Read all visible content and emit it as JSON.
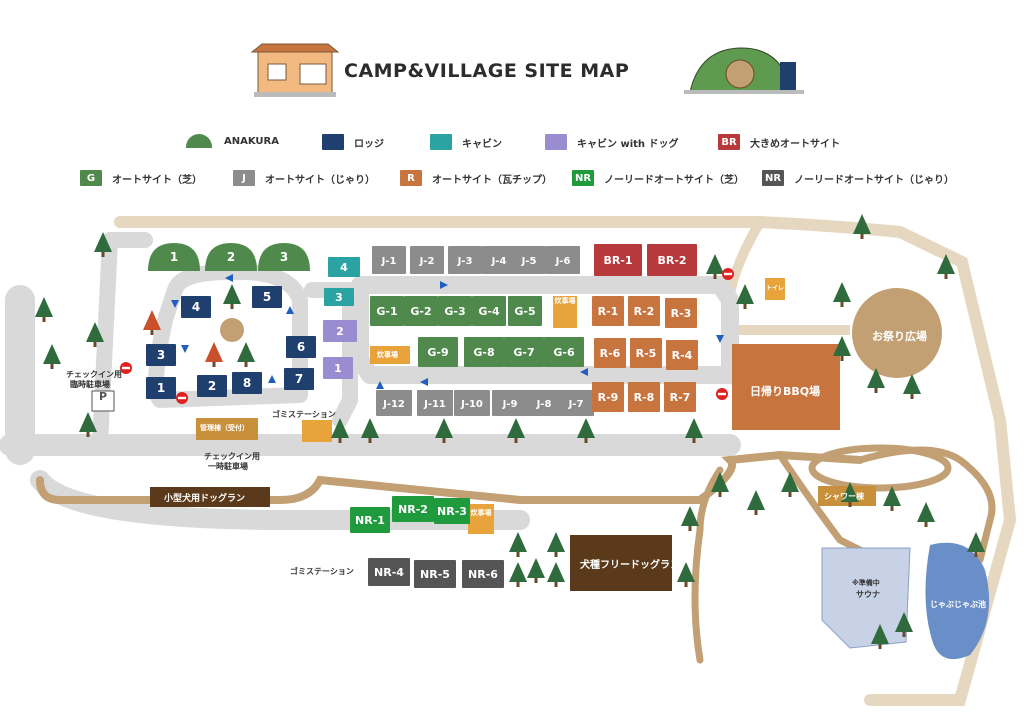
{
  "title": "CAMP&VILLAGE SITE MAP",
  "legend": [
    {
      "key": "",
      "label": "ANAKURA",
      "color": "#4f8a4c",
      "kind": "dome"
    },
    {
      "key": "",
      "label": "ロッジ",
      "color": "#1f3f6e"
    },
    {
      "key": "",
      "label": "キャビン",
      "color": "#2aa3a2"
    },
    {
      "key": "",
      "label": "キャビン with ドッグ",
      "color": "#9a8cd0"
    },
    {
      "key": "BR",
      "label": "大きめオートサイト",
      "color": "#b8393b"
    },
    {
      "key": "G",
      "label": "オートサイト（芝）",
      "color": "#4f8a4c"
    },
    {
      "key": "J",
      "label": "オートサイト（じゃり）",
      "color": "#8c8c8c"
    },
    {
      "key": "R",
      "label": "オートサイト（瓦チップ）",
      "color": "#c8743e"
    },
    {
      "key": "NR",
      "label": "ノーリードオートサイト（芝）",
      "color": "#1f9a3c"
    },
    {
      "key": "NR",
      "label": "ノーリードオートサイト（じゃり）",
      "color": "#555555"
    }
  ],
  "sites": {
    "anakura": [
      "1",
      "2",
      "3"
    ],
    "lodge": [
      "1",
      "2",
      "3",
      "4",
      "5",
      "6",
      "7",
      "8"
    ],
    "cabin": [
      "3",
      "4"
    ],
    "cabin_dog": [
      "1",
      "2"
    ],
    "br": [
      "BR-1",
      "BR-2"
    ],
    "j_top": [
      "J-1",
      "J-2",
      "J-3",
      "J-4",
      "J-5",
      "J-6"
    ],
    "j_bottom": [
      "J-12",
      "J-11",
      "J-10",
      "J-9",
      "J-8",
      "J-7"
    ],
    "g_top": [
      "G-1",
      "G-2",
      "G-3",
      "G-4",
      "G-5"
    ],
    "g_bottom": [
      "G-9",
      "G-8",
      "G-7",
      "G-6"
    ],
    "r": [
      "R-1",
      "R-2",
      "R-3",
      "R-6",
      "R-5",
      "R-4",
      "R-9",
      "R-8",
      "R-7"
    ],
    "nr_grass": [
      "NR-1",
      "NR-2",
      "NR-3"
    ],
    "nr_gravel": [
      "NR-4",
      "NR-5",
      "NR-6"
    ]
  },
  "labels": {
    "checkin_parking": [
      "チェックイン用",
      "臨時駐車場"
    ],
    "parking_p": "P",
    "office": "管理棟（受付）",
    "checkin_temp": [
      "チェックイン用",
      "一時駐車場"
    ],
    "garbage_top": "ゴミステーション",
    "garbage_bottom": "ゴミステーション",
    "kitchen": "炊事場",
    "toilet": "トイレ",
    "plaza": "お祭り広場",
    "bbq": "日帰りBBQ場",
    "small_dog_run": "小型犬用ドッグラン",
    "big_dog_run": "犬種フリードッグラン",
    "shower": "シャワー棟",
    "sauna_status": "※準備中",
    "sauna": "サウナ",
    "pool": "じゃぶじゃぶ池"
  },
  "colors": {
    "road": "#d9d9d9",
    "path": "#e6d8c0",
    "dirt": "#c2a074",
    "tree": "#2f6b3c",
    "arrow": "#1f5fbf"
  }
}
